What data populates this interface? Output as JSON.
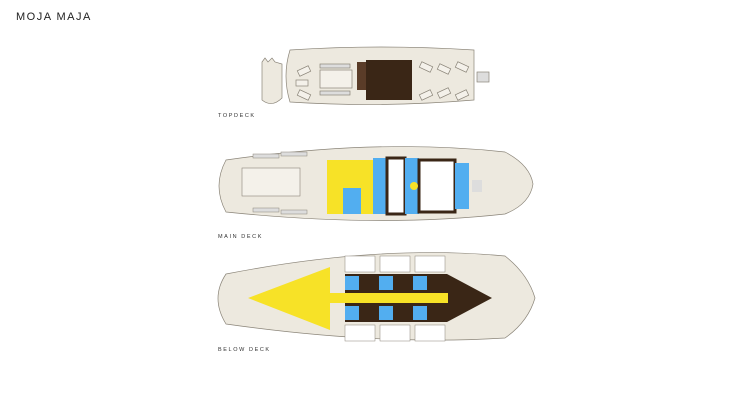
{
  "title": "MOJA MAJA",
  "decks": [
    {
      "label": "TOPDECK"
    },
    {
      "label": "MAIN DECK"
    },
    {
      "label": "BELOW DECK"
    }
  ],
  "colors": {
    "hull": "#ede9df",
    "outline": "#8a8478",
    "cabin_dark": "#3a2616",
    "bed_yellow": "#f7e227",
    "bath_blue": "#52aef0"
  }
}
